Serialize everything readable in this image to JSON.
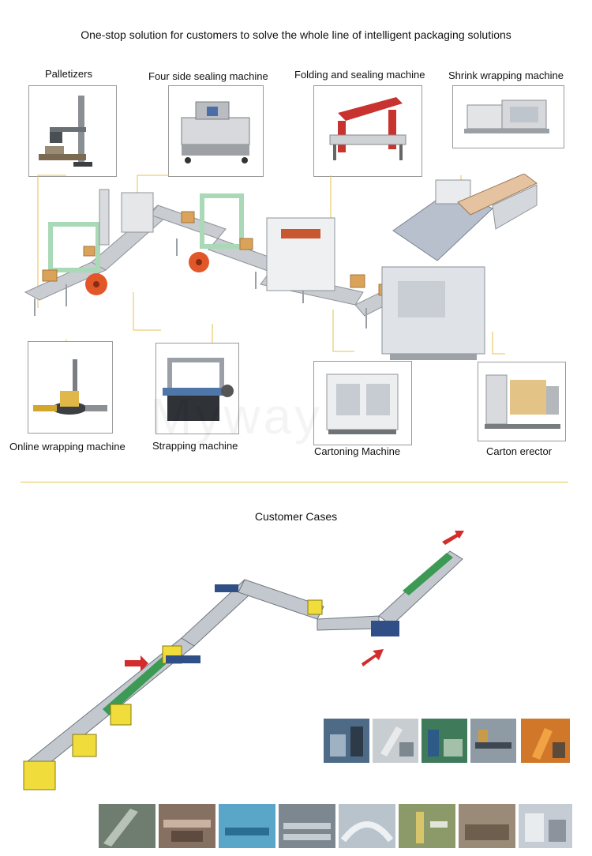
{
  "header": {
    "headline": "One-stop solution for customers to solve the whole line of intelligent packaging solutions"
  },
  "machines_top": [
    {
      "label": "Palletizers",
      "icon": "palletizer-robot-icon"
    },
    {
      "label": "Four side sealing machine",
      "icon": "sealing-machine-icon"
    },
    {
      "label": "Folding and sealing machine",
      "icon": "folding-sealer-icon"
    },
    {
      "label": "Shrink wrapping machine",
      "icon": "shrink-wrapper-icon"
    }
  ],
  "machines_bottom": [
    {
      "label": "Online wrapping machine",
      "icon": "stretch-wrapper-icon"
    },
    {
      "label": "Strapping machine",
      "icon": "strapping-machine-icon"
    },
    {
      "label": "Cartoning Machine",
      "icon": "cartoning-machine-icon"
    },
    {
      "label": "Carton erector",
      "icon": "carton-erector-icon"
    }
  ],
  "watermark": "Myway",
  "section": {
    "title": "Customer Cases"
  },
  "colors": {
    "divider": "#e6c750",
    "callout_line": "#e8c24a",
    "conveyor_frame": "#c9ccd1",
    "carton": "#d9a35a",
    "spool": "#e2572a",
    "wrap_frame": "#a9d9b6",
    "arrow": "#d22c2c",
    "layout_green": "#3d9a55",
    "layout_yellow": "#f0dc3a",
    "layout_blue": "#2f4f86"
  },
  "case_photos_row1": [
    "case-photo-1",
    "case-photo-2",
    "case-photo-3",
    "case-photo-4",
    "case-photo-5"
  ],
  "case_photos_row2": [
    "case-photo-6",
    "case-photo-7",
    "case-photo-8",
    "case-photo-9",
    "case-photo-10",
    "case-photo-11",
    "case-photo-12",
    "case-photo-13"
  ]
}
